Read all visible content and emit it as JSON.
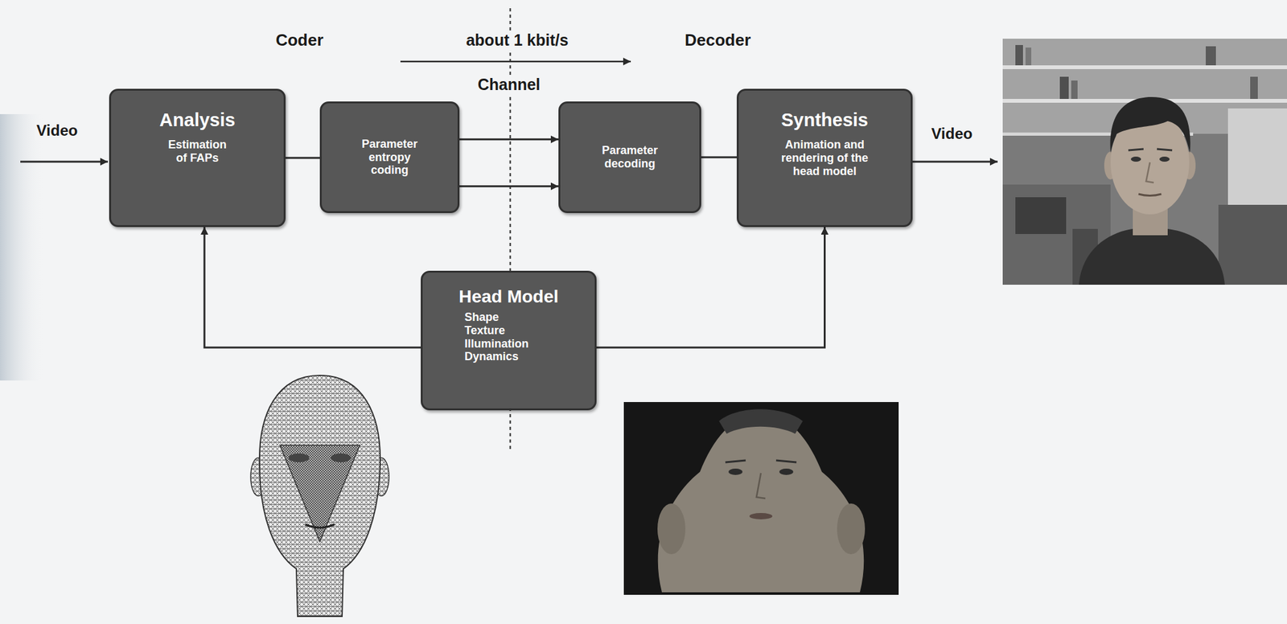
{
  "diagram": {
    "nodes": [
      {
        "text": [
          "Analysis",
          "Estimation of FAPs"
        ]
      },
      {
        "text": [
          "Parameter entropy coding"
        ]
      },
      {
        "text": [
          "Parameter decoding"
        ]
      },
      {
        "text": [
          "Synthesis",
          "Animation and rendering of the head model"
        ]
      },
      {
        "text": [
          "Head Model",
          "Shape",
          "Texture",
          "Illumination",
          "Dynamics"
        ]
      }
    ],
    "edges": [
      {
        "from": 0,
        "to": 1,
        "arrow": "none"
      },
      {
        "from": 1,
        "to": 2,
        "arrow": "to"
      },
      {
        "from": 1,
        "to": 2,
        "arrow": "to"
      },
      {
        "from": 2,
        "to": 3,
        "arrow": "none"
      },
      {
        "from": 4,
        "to": 0,
        "arrow": "to"
      },
      {
        "from": 4,
        "to": 3,
        "arrow": "to"
      }
    ],
    "labels": [
      "Coder",
      "about 1 kbit/s",
      "Decoder",
      "Channel",
      "Video",
      "Video"
    ]
  }
}
